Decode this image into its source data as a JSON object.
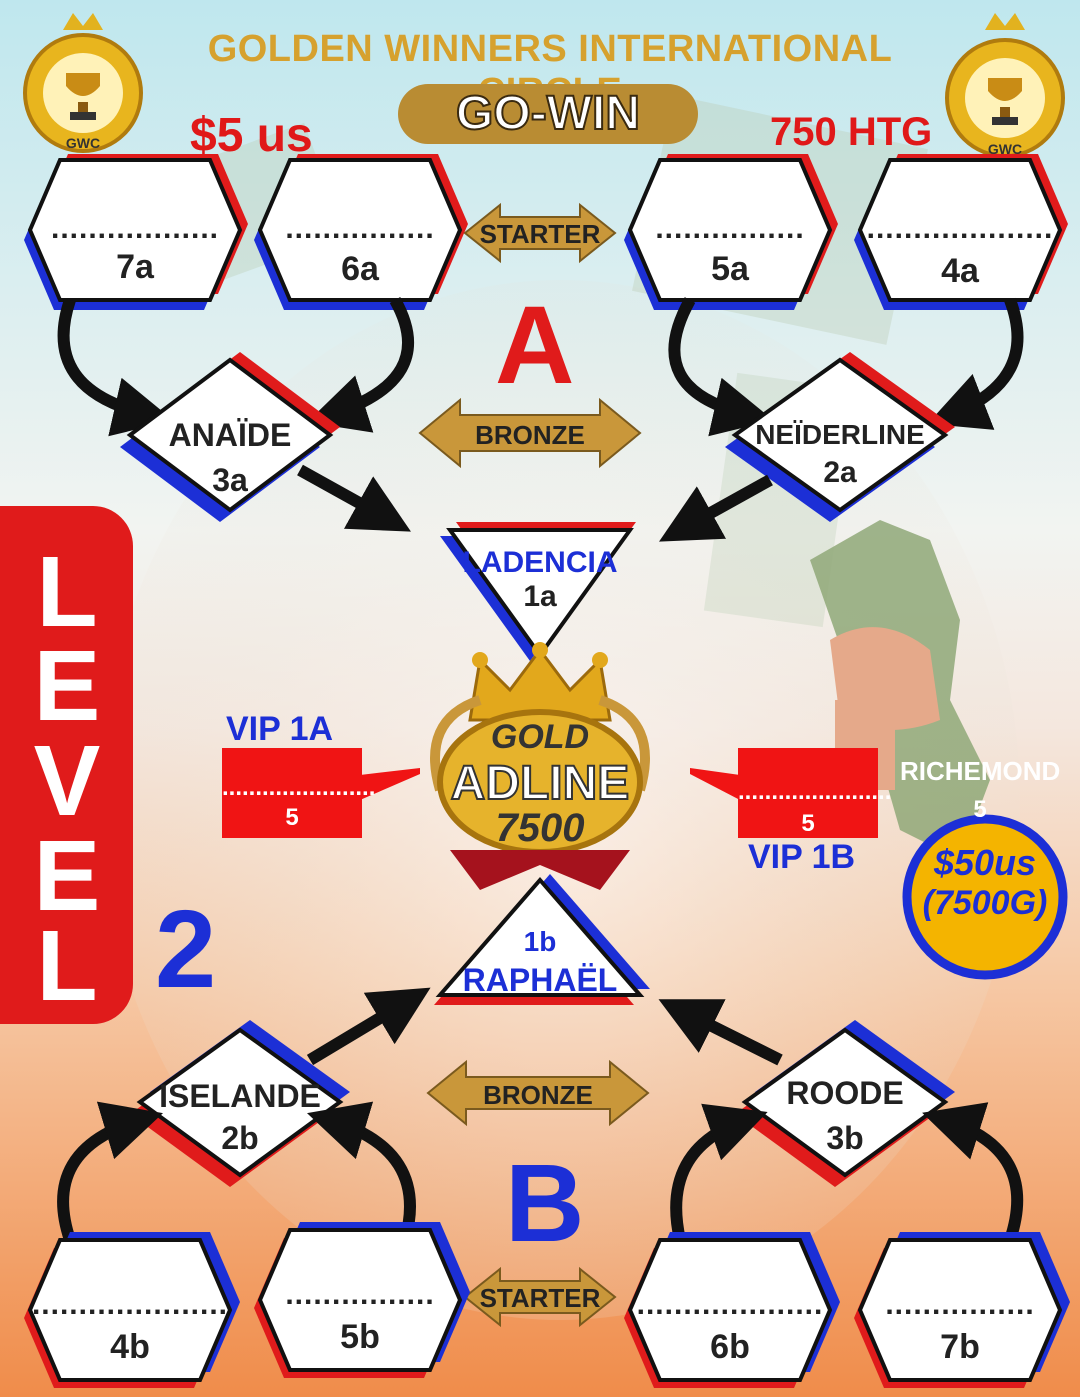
{
  "header": {
    "title": "GOLDEN  WINNERS INTERNATIONAL CIRCLE",
    "badge": "GO-WIN",
    "price_left": "$5 us",
    "price_right": "750 HTG",
    "logo_text": "GWC"
  },
  "level": {
    "letters": [
      "L",
      "E",
      "V",
      "E",
      "L"
    ],
    "number": "2"
  },
  "group_a": {
    "letter": "A",
    "starters": [
      {
        "dots": "..................",
        "label": "7a"
      },
      {
        "dots": "................",
        "label": "6a"
      },
      {
        "dots": "................",
        "label": "5a"
      },
      {
        "dots": "....................",
        "label": "4a"
      }
    ],
    "starter_label": "STARTER",
    "bronze_label": "BRONZE",
    "bronze_left": {
      "name": "ANAÏDE",
      "label": "3a"
    },
    "bronze_right": {
      "name": "NEÏDERLINE",
      "label": "2a"
    },
    "top": {
      "name": "LADENCIA",
      "label": "1a"
    }
  },
  "center": {
    "gold": "GOLD",
    "name": "ADLINE",
    "amount": "7500",
    "vip_left": {
      "title": "VIP 1A",
      "dots": ".......................",
      "num": "5"
    },
    "vip_right": {
      "title": "VIP 1B",
      "dots": ".......................",
      "num": "5"
    },
    "side_name": "RICHEMOND",
    "side_num": "5",
    "reward_line1": "$50us",
    "reward_line2": "(7500G)"
  },
  "group_b": {
    "letter": "B",
    "top": {
      "label": "1b",
      "name": "RAPHAËL"
    },
    "bronze_label": "BRONZE",
    "starter_label": "STARTER",
    "bronze_left": {
      "name": "ISELANDE",
      "label": "2b"
    },
    "bronze_right": {
      "name": "ROODE",
      "label": "3b"
    },
    "starters": [
      {
        "dots": ".....................",
        "label": "4b"
      },
      {
        "dots": "................",
        "label": "5b"
      },
      {
        "dots": "....................",
        "label": "6b"
      },
      {
        "dots": "................",
        "label": "7b"
      }
    ]
  },
  "colors": {
    "red": "#e01b1b",
    "blue": "#1c2fd6",
    "gold": "#d6a12e"
  }
}
